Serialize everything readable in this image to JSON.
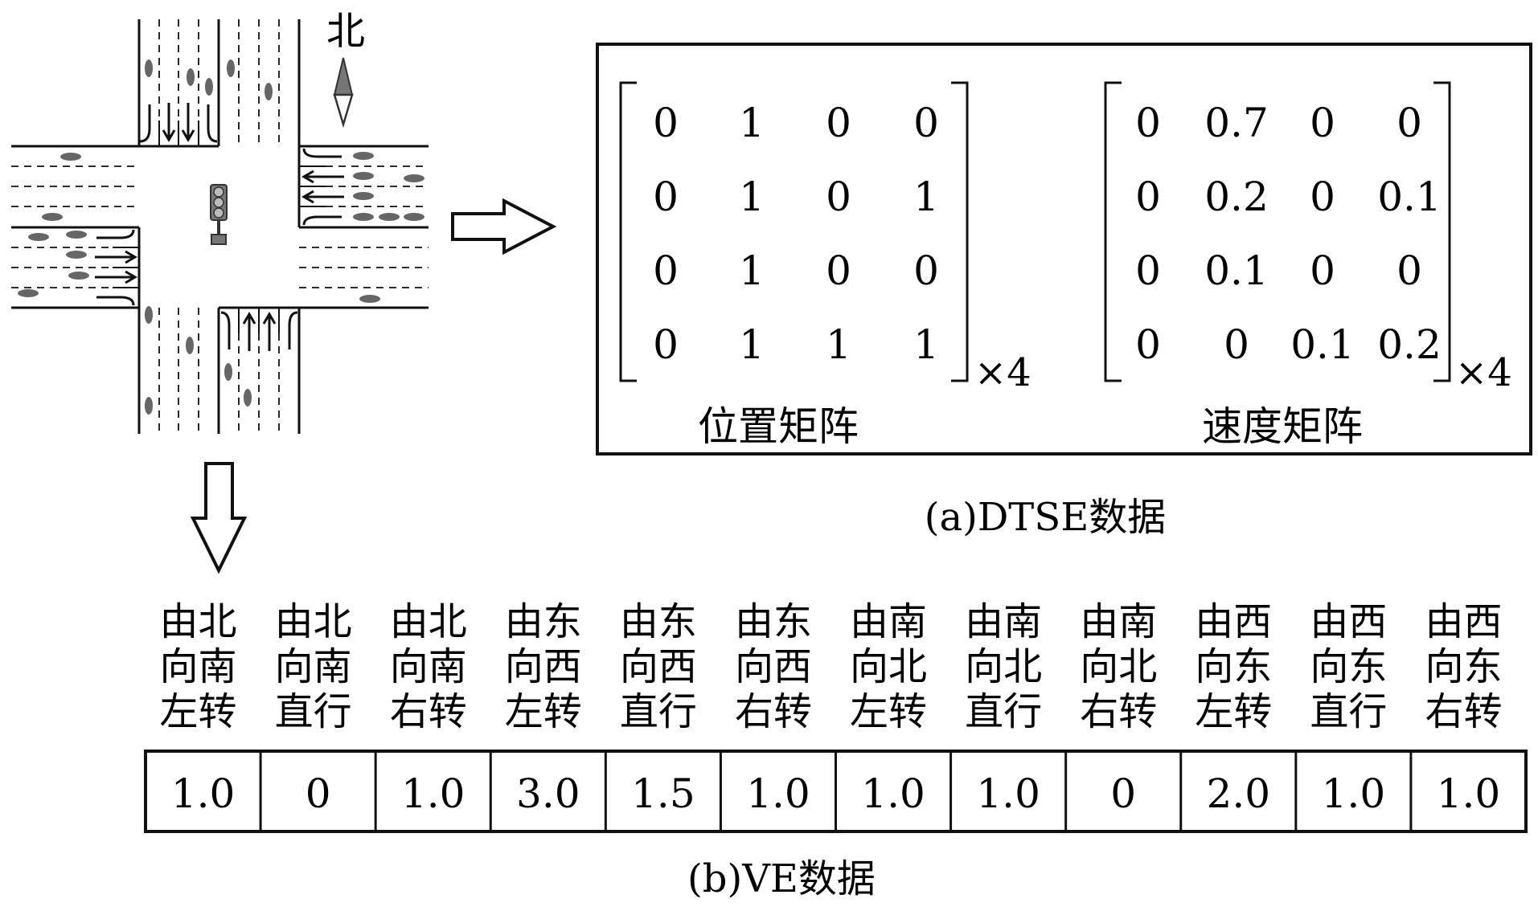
{
  "intersection": {
    "north_label": "北"
  },
  "dtse": {
    "position_matrix": {
      "title": "位置矩阵",
      "rows": [
        [
          "0",
          "1",
          "0",
          "0"
        ],
        [
          "0",
          "1",
          "0",
          "1"
        ],
        [
          "0",
          "1",
          "0",
          "0"
        ],
        [
          "0",
          "1",
          "1",
          "1"
        ]
      ],
      "multiplier": "×4"
    },
    "speed_matrix": {
      "title": "速度矩阵",
      "rows": [
        [
          "0",
          "0.7",
          "0",
          "0"
        ],
        [
          "0",
          "0.2",
          "0",
          "0.1"
        ],
        [
          "0",
          "0.1",
          "0",
          "0"
        ],
        [
          "0",
          "0",
          "0.1",
          "0.2"
        ]
      ],
      "multiplier": "×4"
    },
    "caption": "(a)DTSE数据"
  },
  "ve": {
    "labels": [
      [
        "由北",
        "向南",
        "左转"
      ],
      [
        "由北",
        "向南",
        "直行"
      ],
      [
        "由北",
        "向南",
        "右转"
      ],
      [
        "由东",
        "向西",
        "左转"
      ],
      [
        "由东",
        "向西",
        "直行"
      ],
      [
        "由东",
        "向西",
        "右转"
      ],
      [
        "由南",
        "向北",
        "左转"
      ],
      [
        "由南",
        "向北",
        "直行"
      ],
      [
        "由南",
        "向北",
        "右转"
      ],
      [
        "由西",
        "向东",
        "左转"
      ],
      [
        "由西",
        "向东",
        "直行"
      ],
      [
        "由西",
        "向东",
        "右转"
      ]
    ],
    "values": [
      "1.0",
      "0",
      "1.0",
      "3.0",
      "1.5",
      "1.0",
      "1.0",
      "1.0",
      "0",
      "2.0",
      "1.0",
      "1.0"
    ],
    "caption": "(b)VE数据"
  }
}
